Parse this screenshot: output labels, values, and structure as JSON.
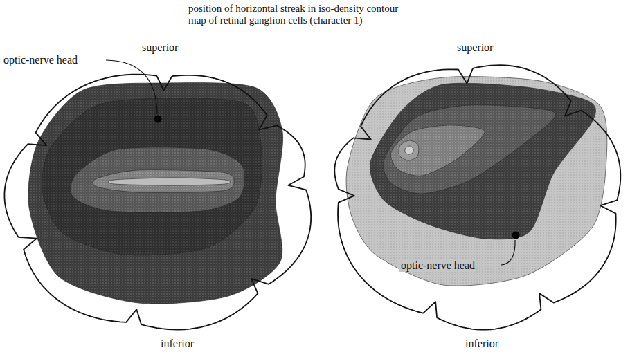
{
  "diagram": {
    "title": "position of horizontal streak in iso-density contour map of retinal ganglion cells (character 1)",
    "labels": [
      "superior",
      "optic-nerve head",
      "superior",
      "optic-nerve head",
      "inferior",
      "inferior"
    ]
  }
}
